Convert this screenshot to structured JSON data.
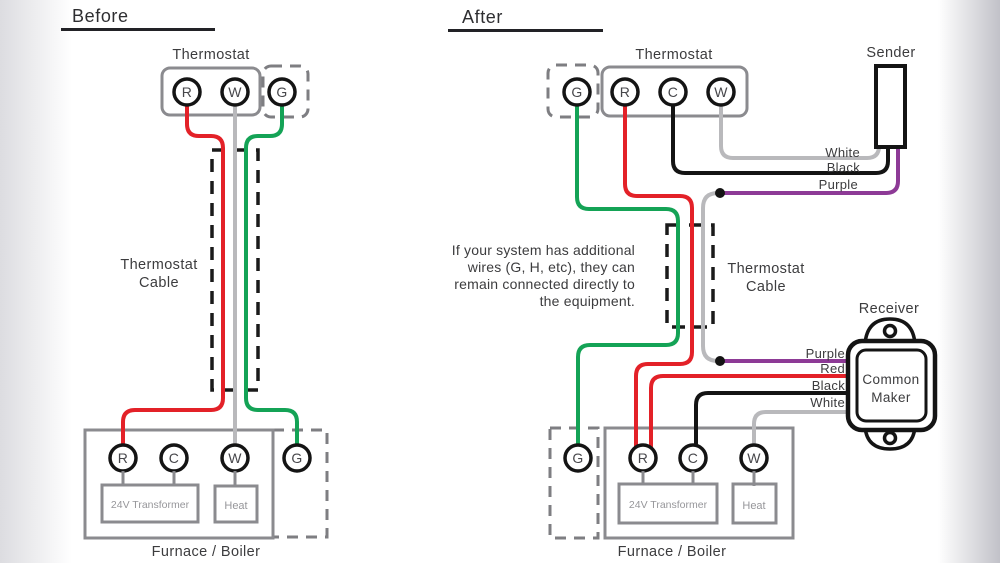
{
  "colors": {
    "red": "#e32128",
    "green": "#14a356",
    "gray_wire": "#b9b9bc",
    "purple": "#8d3a96",
    "black_wire": "#141414"
  },
  "before": {
    "title": "Before",
    "thermostat": {
      "label": "Thermostat",
      "terminals": [
        "R",
        "W",
        "G"
      ]
    },
    "cable_label_line1": "Thermostat",
    "cable_label_line2": "Cable",
    "furnace": {
      "label": "Furnace / Boiler",
      "terminals": [
        "R",
        "C",
        "W",
        "G"
      ],
      "transformer": "24V Transformer",
      "heat": "Heat"
    }
  },
  "after": {
    "title": "After",
    "thermostat": {
      "label": "Thermostat",
      "terminals": [
        "G",
        "R",
        "C",
        "W"
      ]
    },
    "sender": {
      "label": "Sender",
      "wire_labels": [
        "White",
        "Black",
        "Purple"
      ]
    },
    "note_lines": [
      "If your system has additional",
      "wires (G, H, etc), they can",
      "remain connected directly to",
      "the equipment."
    ],
    "cable_label_line1": "Thermostat",
    "cable_label_line2": "Cable",
    "receiver": {
      "label": "Receiver",
      "device_line1": "Common",
      "device_line2": "Maker",
      "wire_labels": [
        "Purple",
        "Red",
        "Black",
        "White"
      ]
    },
    "furnace": {
      "label": "Furnace / Boiler",
      "terminals": [
        "G",
        "R",
        "C",
        "W"
      ],
      "transformer": "24V Transformer",
      "heat": "Heat"
    }
  }
}
